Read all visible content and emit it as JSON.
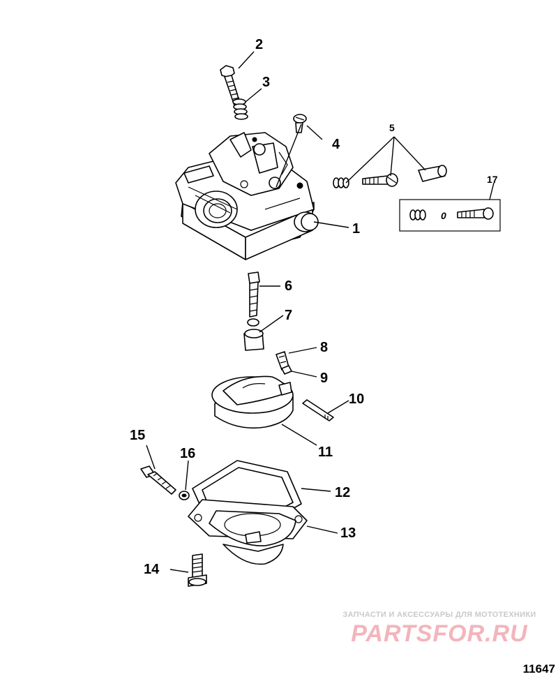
{
  "diagram": {
    "callouts": {
      "c1": "1",
      "c2": "2",
      "c3": "3",
      "c4": "4",
      "c5": "5",
      "c6": "6",
      "c7": "7",
      "c8": "8",
      "c9": "9",
      "c10": "10",
      "c11": "11",
      "c12": "12",
      "c13": "13",
      "c14": "14",
      "c15": "15",
      "c16": "16",
      "c17": "17"
    },
    "inset_o_ring_glyph": "0"
  },
  "watermark": {
    "tagline": "ЗАПЧАСТИ И АКСЕССУАРЫ ДЛЯ МОТОТЕХНИКИ",
    "brand": "PARTSFOR.RU"
  },
  "reference_number": "11647"
}
